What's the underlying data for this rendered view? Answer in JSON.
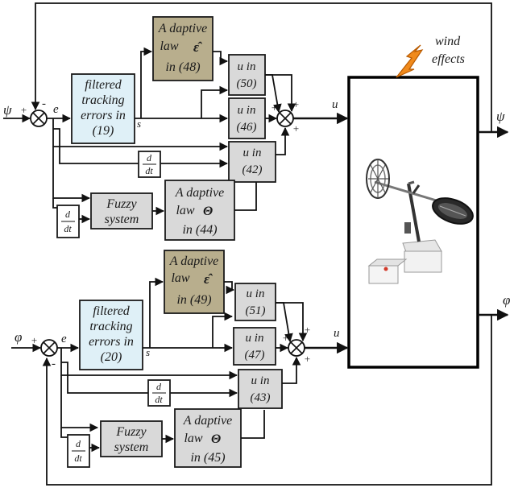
{
  "colors": {
    "filtered_block": "#dff0f7",
    "adaptive_eps_block": "#b8ae8d",
    "gray_block": "#d9d9d9",
    "bolt": "#f08a1c",
    "plant_border": "#000000"
  },
  "plant": {
    "disturbance": [
      "wind",
      "effects"
    ],
    "output_top": "ψ",
    "output_bottom": "φ",
    "input_top": "u",
    "input_bottom": "u"
  },
  "top": {
    "reference": "ψ",
    "sum_plus": "+",
    "sum_minus": "-",
    "error": "e",
    "sliding": "s",
    "filtered": [
      "filtered",
      "tracking",
      "errors in",
      "(19)"
    ],
    "adaptive_eps": [
      "A daptive",
      "law",
      "ε̂",
      "in  (48)"
    ],
    "adaptive_theta": [
      "A daptive",
      "law",
      "Θ",
      "in  (44)"
    ],
    "fuzzy": [
      "Fuzzy",
      "system"
    ],
    "u_blocks": [
      {
        "line1": "u in",
        "line2": "(50)"
      },
      {
        "line1": "u in",
        "line2": "(46)"
      },
      {
        "line1": "u in",
        "line2": "(42)"
      }
    ],
    "deriv_small": {
      "num": "d",
      "den": "dt"
    },
    "deriv_fuzzy": {
      "num": "d",
      "den": "dt"
    },
    "sum2_signs": [
      "+",
      "+",
      "+",
      "+"
    ]
  },
  "bottom": {
    "reference": "φ",
    "sum_plus": "+",
    "sum_minus": "-",
    "error": "e",
    "sliding": "s",
    "filtered": [
      "filtered",
      "tracking",
      "errors in",
      "(20)"
    ],
    "adaptive_eps": [
      "A daptive",
      "law",
      "ε̂",
      "in  (49)"
    ],
    "adaptive_theta": [
      "A daptive",
      "law",
      "Θ",
      "in  (45)"
    ],
    "fuzzy": [
      "Fuzzy",
      "system"
    ],
    "u_blocks": [
      {
        "line1": "u in",
        "line2": "(51)"
      },
      {
        "line1": "u in",
        "line2": "(47)"
      },
      {
        "line1": "u in",
        "line2": "(43)"
      }
    ],
    "deriv_small": {
      "num": "d",
      "den": "dt"
    },
    "deriv_fuzzy": {
      "num": "d",
      "den": "dt"
    },
    "sum2_signs": [
      "+",
      "+",
      "+",
      "+"
    ]
  }
}
